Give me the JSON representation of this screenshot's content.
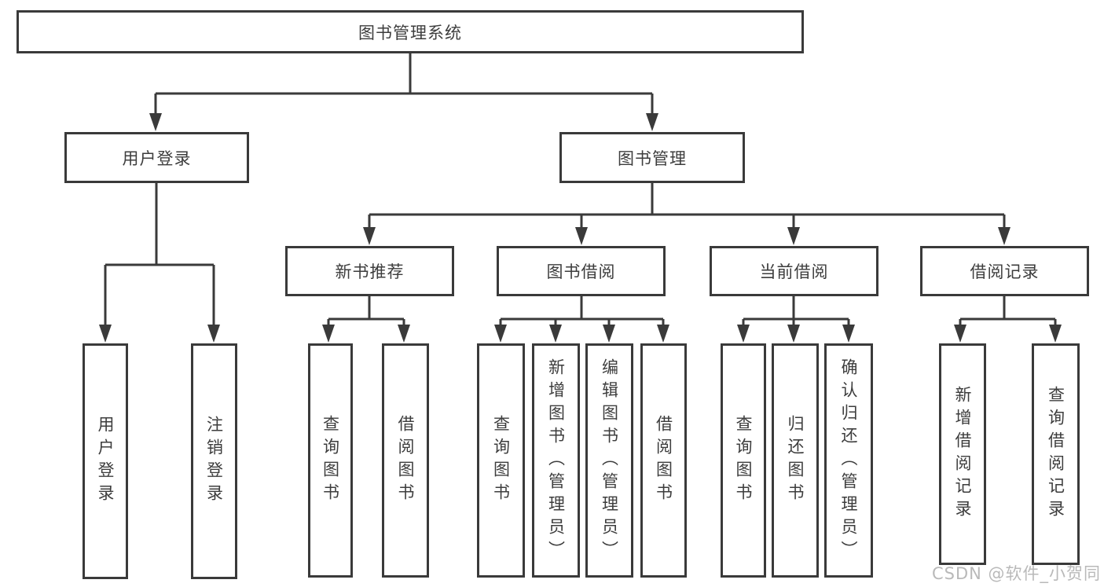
{
  "nodes": {
    "root": "图书管理系统",
    "user_login": "用户登录",
    "book_mgmt": "图书管理",
    "user_login_children": [
      "用户登录",
      "注销登录"
    ],
    "modules": [
      "新书推荐",
      "图书借阅",
      "当前借阅",
      "借阅记录"
    ],
    "new_book_children": [
      "查询图书",
      "借阅图书"
    ],
    "book_borrow_children": [
      "查询图书",
      "新增图书（管理员）",
      "编辑图书（管理员）",
      "借阅图书"
    ],
    "current_borrow_children": [
      "查询图书",
      "归还图书",
      "确认归还（管理员）"
    ],
    "borrow_record_children": [
      "新增借阅记录",
      "查询借阅记录"
    ]
  },
  "watermark": "CSDN @软件_小贺同学",
  "colors": {
    "line": "#3a3a3a",
    "text": "#3d3d3d",
    "watermark": "#b9b9b9",
    "background": "#ffffff"
  }
}
